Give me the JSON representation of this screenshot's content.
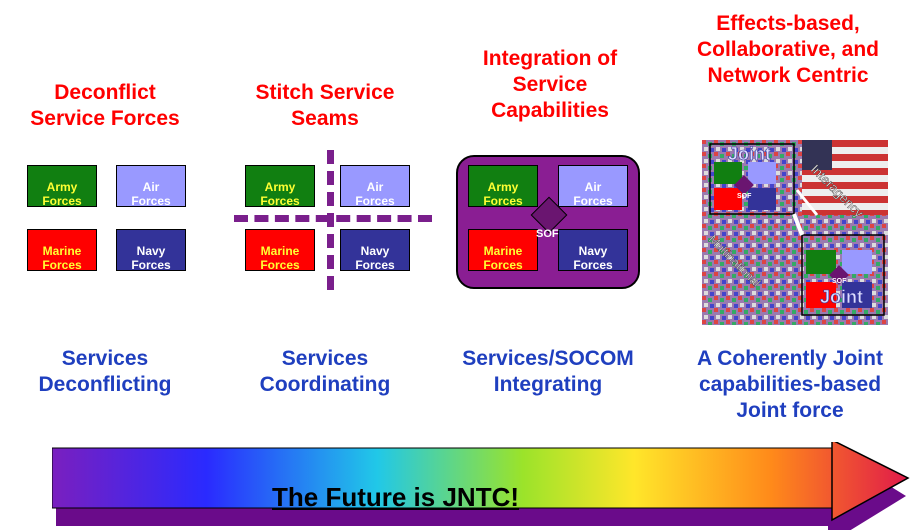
{
  "columns": [
    {
      "title": [
        "Deconflict",
        "Service Forces"
      ],
      "caption": [
        "Services",
        "Deconflicting"
      ]
    },
    {
      "title": [
        "Stitch Service",
        "Seams"
      ],
      "caption": [
        "Services",
        "Coordinating"
      ]
    },
    {
      "title": [
        "Integration of",
        "Service",
        "Capabilities"
      ],
      "caption": [
        "Services/SOCOM",
        "Integrating"
      ]
    },
    {
      "title": [
        "Effects-based,",
        "Collaborative, and",
        "Network Centric"
      ],
      "caption": [
        "A Coherently Joint",
        "capabilities-based",
        "Joint force"
      ]
    }
  ],
  "forces": {
    "army": [
      "Army",
      "Forces"
    ],
    "air": [
      "Air",
      "Forces"
    ],
    "marine": [
      "Marine",
      "Forces"
    ],
    "navy": [
      "Navy",
      "Forces"
    ]
  },
  "sof": "SOF",
  "network": {
    "joint_top": "Joint",
    "joint_bottom": "Joint",
    "interagency": "Interagency",
    "multinational": "Multinational",
    "sof_top": "SOF",
    "sof_bottom": "SOF"
  },
  "banner": "The Future is JNTC!",
  "colors": {
    "title": "#ff0000",
    "caption": "#1f3fbf",
    "army": "#117f11",
    "air": "#9999ff",
    "marine": "#ff0000",
    "navy": "#333399",
    "sof_purple": "#8a1e93"
  }
}
